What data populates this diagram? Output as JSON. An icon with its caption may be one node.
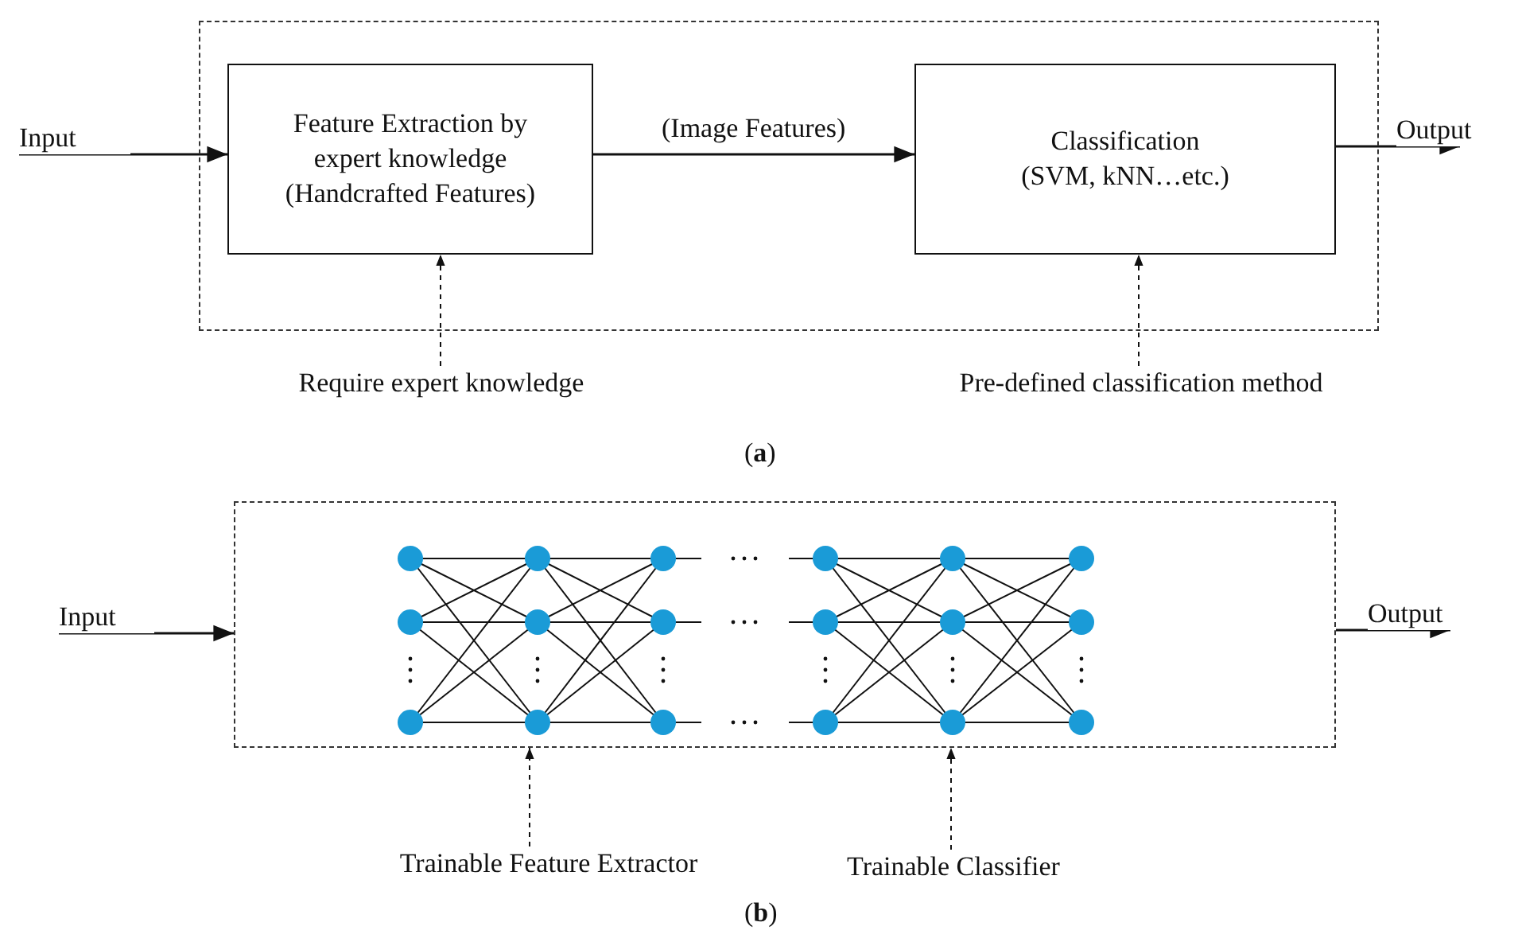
{
  "diagram": {
    "nodes": [
      {
        "text": [],
        "shape": "box"
      },
      {
        "text": [
          "Feature Extraction by expert knowledge (Handcrafted Features)"
        ],
        "in": 0
      },
      {
        "text": [
          "Classification (SVM, kNN…etc.)"
        ],
        "in": 0
      },
      {
        "text": [
          "Input"
        ]
      },
      {
        "text": [
          "Output"
        ]
      },
      {
        "text": [
          "Require expert knowledge"
        ]
      },
      {
        "text": [
          "Pre-defined classification method"
        ]
      },
      {
        "text": [],
        "shape": "box"
      },
      {
        "text": [
          "Input"
        ]
      },
      {
        "text": [
          "Output"
        ]
      },
      {
        "text": [
          "Trainable Feature Extractor"
        ]
      },
      {
        "text": [
          "Trainable Classifier"
        ]
      }
    ],
    "edges": [
      {
        "from": 3,
        "to": 1,
        "arrow": "to"
      },
      {
        "from": 1,
        "to": 2,
        "label": "(Image Features)",
        "arrow": "to"
      },
      {
        "from": 2,
        "to": 4,
        "arrow": "to"
      },
      {
        "from": 5,
        "to": 1,
        "arrow": "to",
        "style": "dashed"
      },
      {
        "from": 6,
        "to": 2,
        "arrow": "to",
        "style": "dashed"
      },
      {
        "from": 8,
        "to": 7,
        "arrow": "to"
      },
      {
        "from": 7,
        "to": 9,
        "arrow": "to"
      },
      {
        "from": 10,
        "to": 7,
        "arrow": "to",
        "style": "dashed"
      },
      {
        "from": 11,
        "to": 7,
        "arrow": "to",
        "style": "dashed"
      }
    ],
    "labels": [
      "(**a**)",
      "(**b**)"
    ]
  }
}
